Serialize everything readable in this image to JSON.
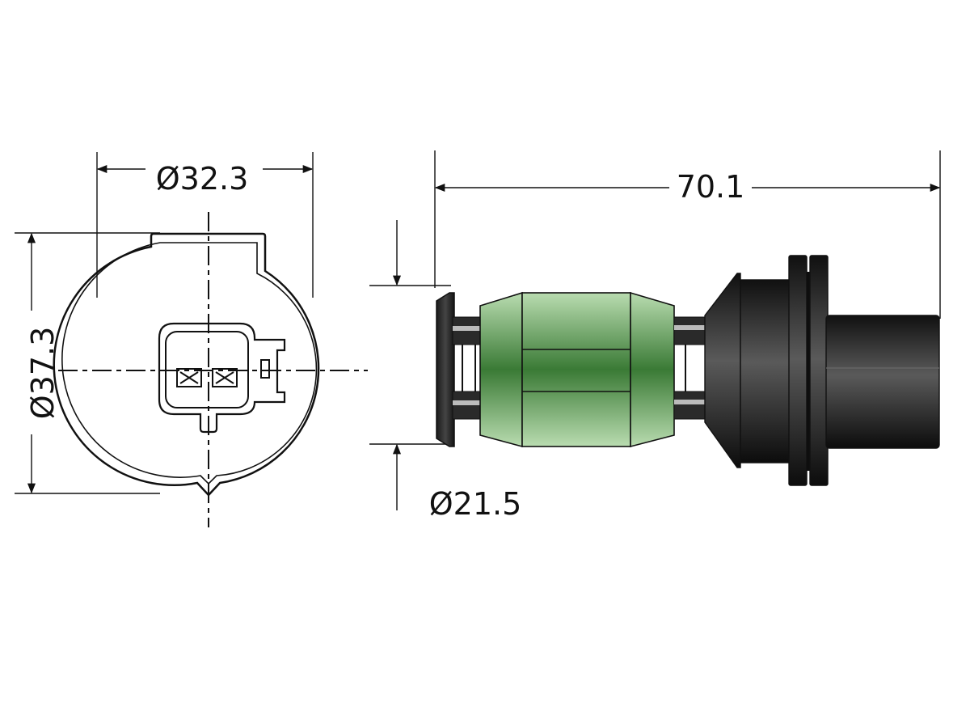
{
  "dimensions": {
    "front_width": "Ø32.3",
    "front_height": "Ø37.3",
    "side_length": "70.1",
    "flange_diameter": "Ø21.5"
  },
  "colors": {
    "line": "#111111",
    "heatsink_green": "#3f7d3a",
    "heatsink_light": "#a9d4a0",
    "body_dark": "#1e1e1e"
  }
}
